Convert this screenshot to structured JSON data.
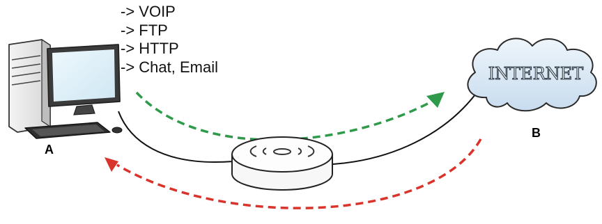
{
  "services": [
    "-> VOIP",
    "-> FTP",
    "-> HTTP",
    "-> Chat, Email"
  ],
  "nodes": {
    "a_label": "A",
    "b_label": "B",
    "cloud_text": "INTERNET"
  },
  "flows": {
    "outbound_color": "#2e9a4a",
    "inbound_color": "#d9342b"
  },
  "icons": {
    "computer": "desktop-computer-icon",
    "router": "router-icon",
    "cloud": "internet-cloud-icon"
  }
}
